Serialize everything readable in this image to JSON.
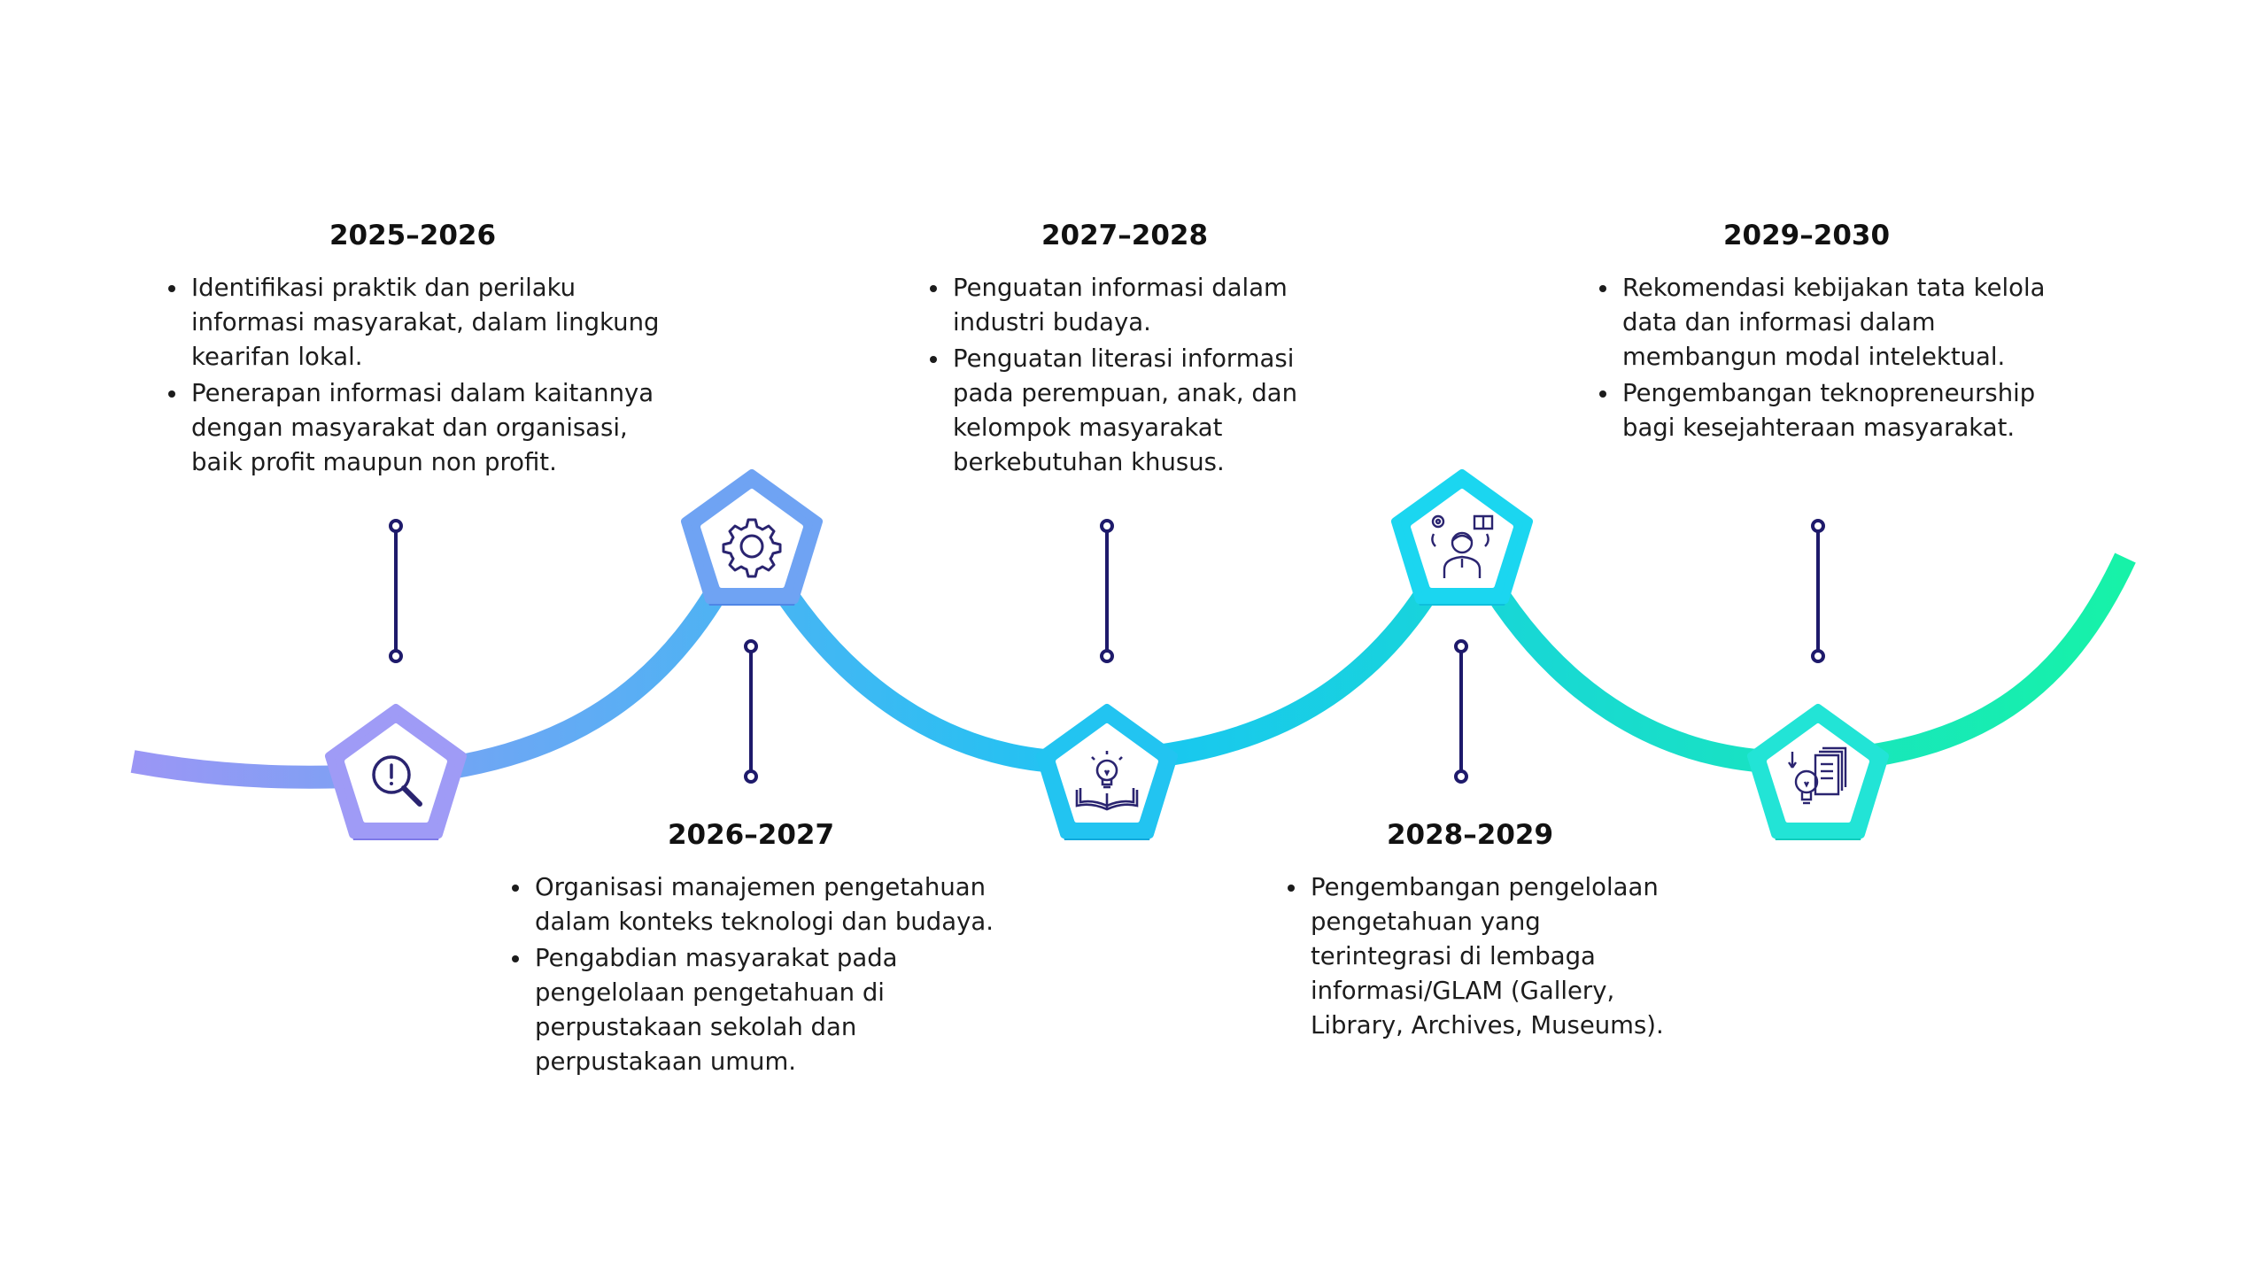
{
  "colors": {
    "line_start": "#9b96f5",
    "line_mid": "#19c6f2",
    "line_end": "#17f2a8",
    "connector": "#1e1a6b",
    "icon_stroke": "#2a2470"
  },
  "milestones": [
    {
      "period": "2025–2026",
      "icon": "search-alert-icon",
      "color": "#8f8cf3",
      "items": [
        "Identifikasi praktik dan perilaku informasi masyarakat, dalam lingkung kearifan lokal.",
        "Penerapan informasi dalam kaitannya dengan masyarakat dan organisasi, baik profit maupun non profit."
      ]
    },
    {
      "period": "2026–2027",
      "icon": "gear-icon",
      "color": "#6aa0f2",
      "items": [
        "Organisasi manajemen pengetahuan dalam konteks teknologi dan budaya.",
        "Pengabdian masyarakat pada pengelolaan pengetahuan di perpustakaan sekolah dan perpustakaan umum."
      ]
    },
    {
      "period": "2027–2028",
      "icon": "book-lightbulb-icon",
      "color": "#22c4f1",
      "items": [
        "Penguatan informasi dalam industri budaya.",
        "Penguatan literasi informasi pada perempuan, anak, dan kelompok masyarakat berkebutuhan khusus."
      ]
    },
    {
      "period": "2028–2029",
      "icon": "person-knowledge-icon",
      "color": "#18d3ef",
      "items": [
        "Pengembangan pengelolaan pengetahuan yang terintegrasi di lembaga informasi/GLAM (Gallery, Library, Archives, Museums)."
      ]
    },
    {
      "period": "2029–2030",
      "icon": "lightbulb-documents-icon",
      "color": "#1ee3d2",
      "items": [
        "Rekomendasi kebijakan tata kelola data dan informasi dalam membangun modal intelektual.",
        "Pengembangan teknopreneurship bagi kesejahteraan masyarakat."
      ]
    }
  ]
}
